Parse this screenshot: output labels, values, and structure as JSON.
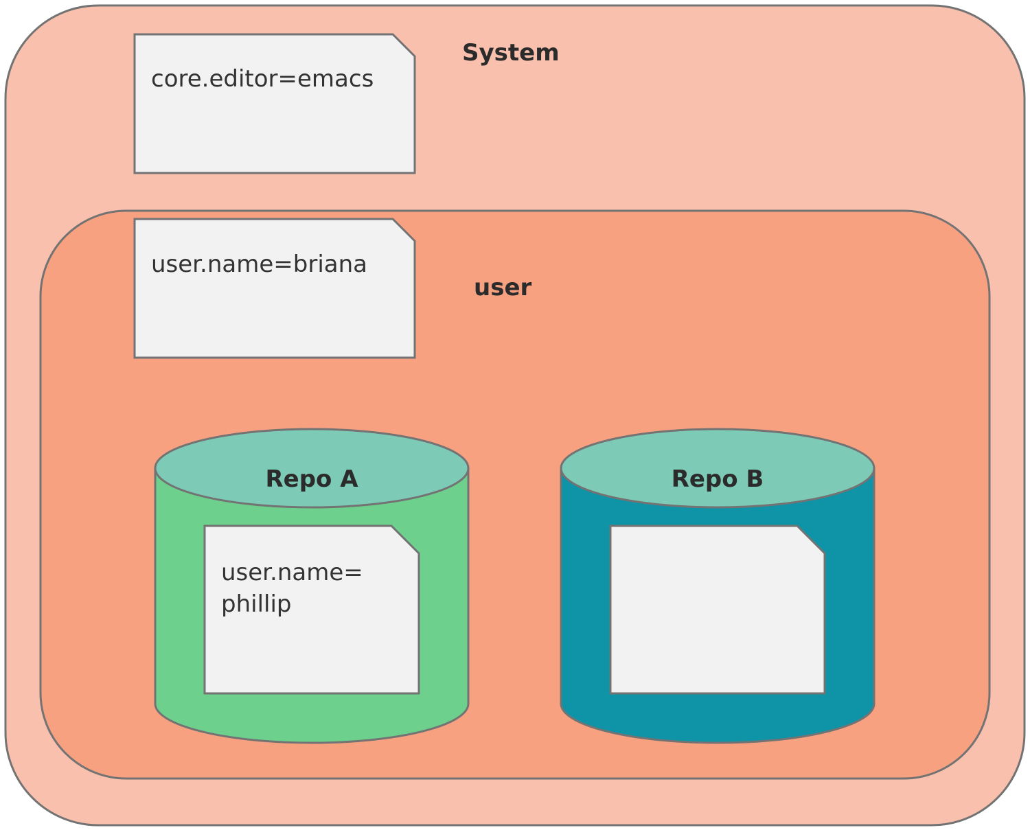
{
  "colors": {
    "system_fill": "#f9c0ad",
    "user_fill": "#f8a181",
    "note_fill": "#f2f2f2",
    "outline": "#737373",
    "repo_top": "#7dcbb6",
    "repo_a_body": "#6dd18d",
    "repo_b_body": "#0e94a6",
    "text": "#2b2b2b"
  },
  "scopes": {
    "system": {
      "label": "System",
      "note_lines": [
        "core.editor=emacs"
      ]
    },
    "user": {
      "label": "user",
      "note_lines": [
        "user.name=briana"
      ]
    }
  },
  "repos": [
    {
      "label": "Repo A",
      "note_lines": [
        "user.name=",
        "phillip"
      ]
    },
    {
      "label": "Repo B",
      "note_lines": []
    }
  ]
}
